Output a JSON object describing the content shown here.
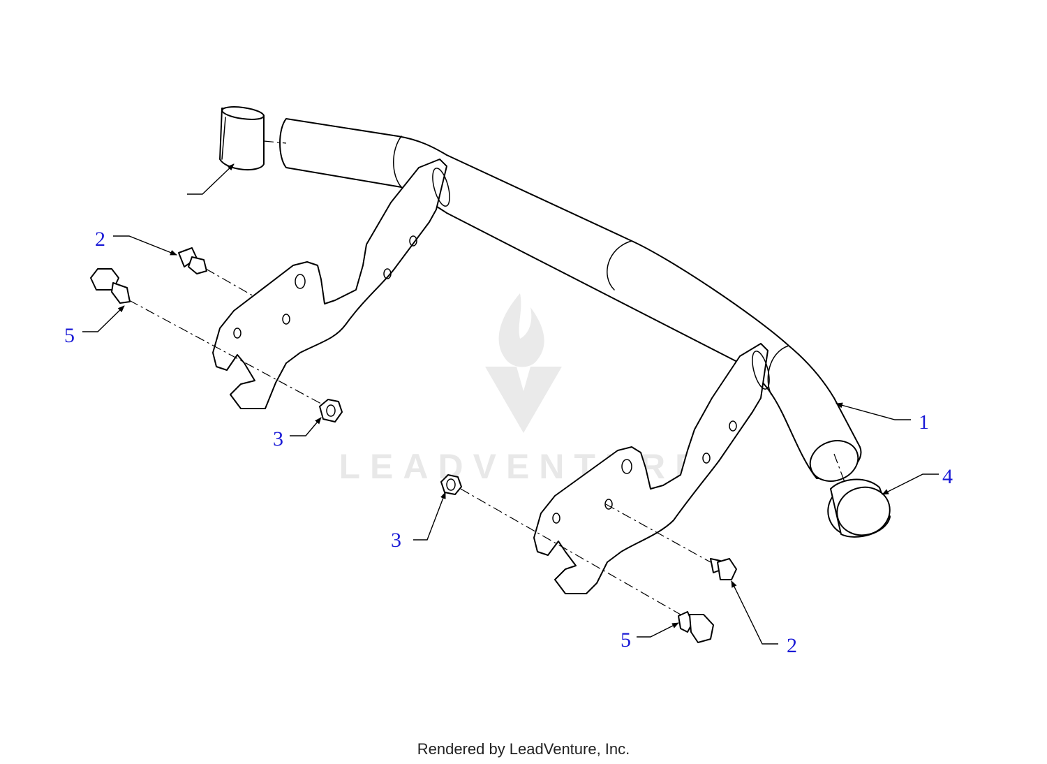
{
  "watermark": {
    "text": "LEADVENTURE"
  },
  "footer": {
    "text": "Rendered by LeadVenture, Inc."
  },
  "callout_color": "#1a1ad6",
  "callouts": {
    "c1": "1",
    "c2a": "2",
    "c2b": "2",
    "c3a": "3",
    "c3b": "3",
    "c4": "4",
    "c5a": "5",
    "c5b": "5"
  }
}
